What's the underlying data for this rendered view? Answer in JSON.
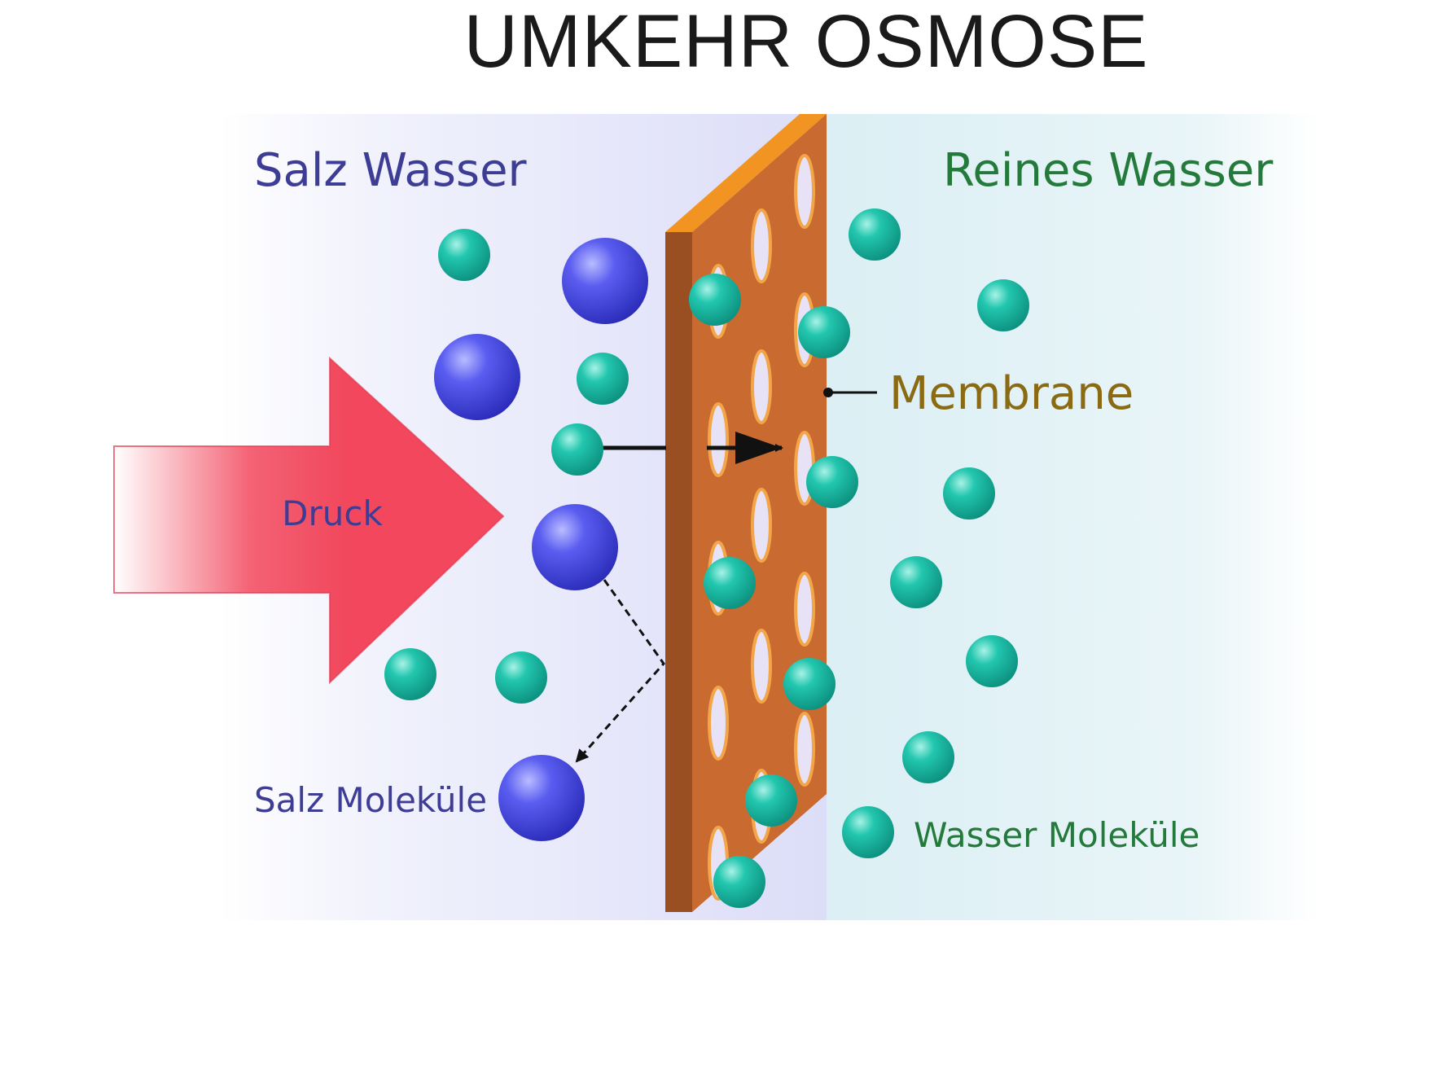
{
  "title": "UMKEHR OSMOSE",
  "labels": {
    "salt_water": "Salz Wasser",
    "pure_water": "Reines Wasser",
    "membrane": "Membrane",
    "pressure": "Druck",
    "salt_molecules": "Salz Moleküle",
    "water_molecules": "Wasser Moleküle"
  },
  "colors": {
    "title": "#1a1a1a",
    "salt_label": "#3d3d96",
    "pure_label": "#237a3a",
    "membrane_label": "#8a6a12",
    "pressure_label": "#3d3d96",
    "salt_molecule": "#3f42d9",
    "water_molecule": "#1fb5a0",
    "membrane_face": "#c96a30",
    "membrane_side": "#9a4f22",
    "membrane_top": "#f29422",
    "pressure_arrow": "#f2475c"
  }
}
